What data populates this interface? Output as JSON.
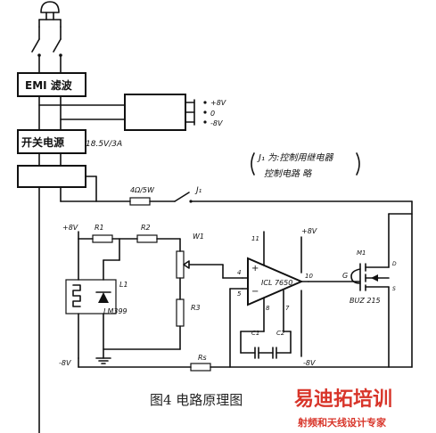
{
  "diagram": {
    "caption": "图4   电路原理图",
    "blocks": {
      "emi": "EMI 滤波",
      "psu": "开关电源"
    },
    "labels": {
      "p8v": "+8V",
      "gnd": "0",
      "n8v": "-8V",
      "psu_rating": "18.5V/3A",
      "note_line1": "J₁ 为:控制用继电器",
      "note_line2": "控制电路 略",
      "relay_res": "4Ω/5W",
      "relay": "J₁",
      "p8v_left": "+8V",
      "r1": "R1",
      "r2": "R2",
      "w1": "W1",
      "l1": "L1",
      "lm": "LM399",
      "r3": "R3",
      "n8v_left": "-8V",
      "rs": "Rs",
      "pin11": "11",
      "pin4": "4",
      "pin5": "5",
      "pin10": "10",
      "pin8": "8",
      "pin7": "7",
      "icl": "ICL 7650",
      "op_plus": "+",
      "op_minus": "−",
      "c1": "C1",
      "c2": "C2",
      "p8v_op": "+8V",
      "n8v_op": "-8V",
      "g": "G",
      "m1": "M1",
      "buz": "BUZ 215",
      "d": "D",
      "s": "S"
    }
  },
  "watermark": {
    "brand": "易迪拓培训",
    "sub": "射频和天线设计专家",
    "colors": {
      "red": "#d8352a",
      "grey": "#9a9a9a"
    }
  }
}
